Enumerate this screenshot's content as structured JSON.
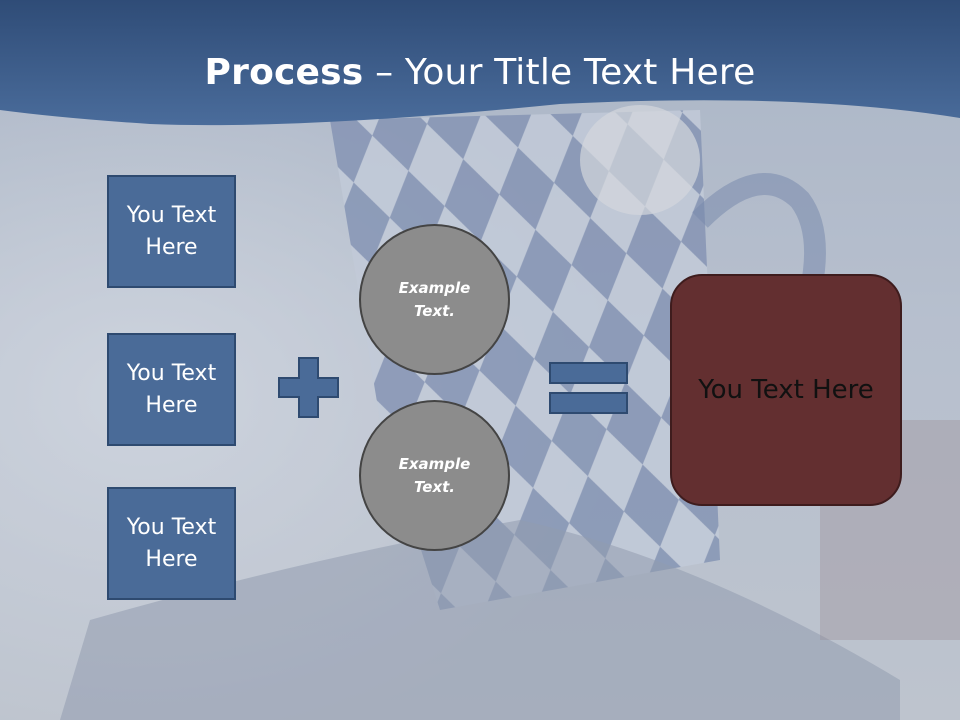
{
  "slide": {
    "title_bold": "Process",
    "title_rest": " – Your Title Text Here",
    "left_boxes": [
      {
        "label": "You Text Here"
      },
      {
        "label": "You Text Here"
      },
      {
        "label": "You Text Here"
      }
    ],
    "circles": [
      {
        "line1": "Example",
        "line2": "Text."
      },
      {
        "line1": "Example",
        "line2": "Text."
      }
    ],
    "result_label": "You Text Here"
  },
  "colors": {
    "header": "#3d5e8b",
    "box_fill": "#4a6b98",
    "circle_fill": "#8c8c8c",
    "result_fill": "#632f30"
  },
  "icons": {
    "plus": "plus-icon",
    "equals": "equals-icon"
  }
}
